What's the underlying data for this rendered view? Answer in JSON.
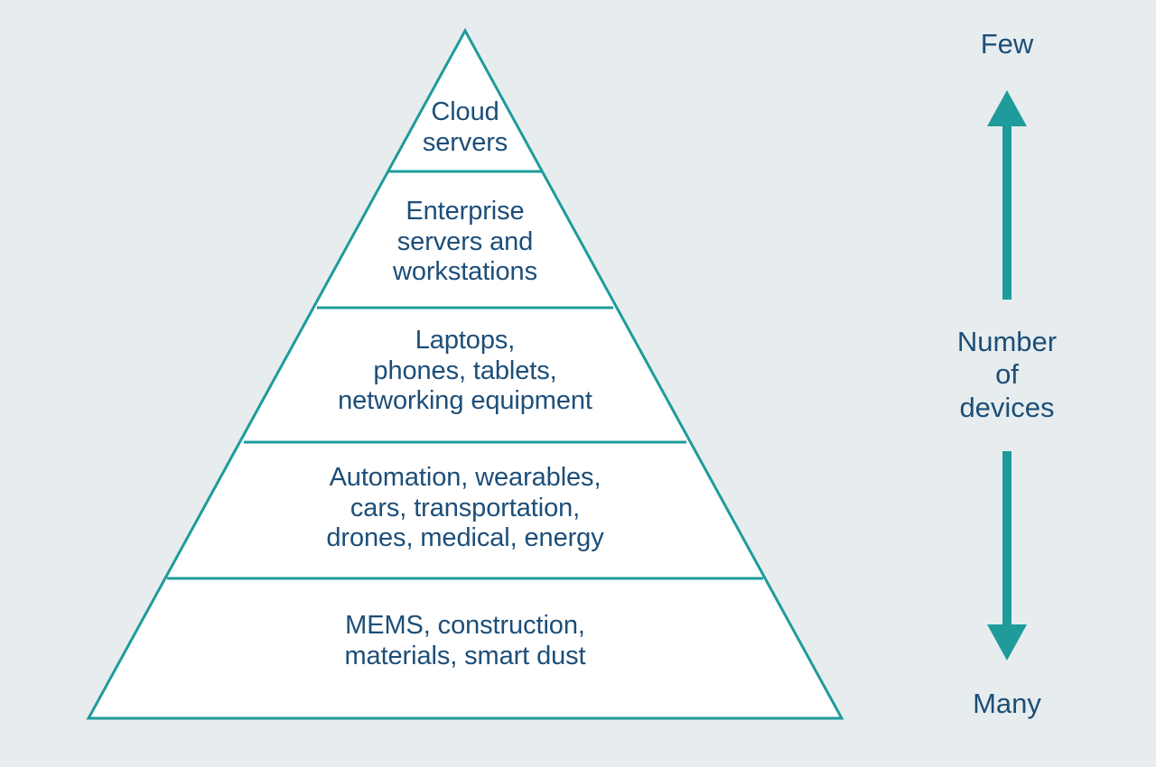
{
  "diagram": {
    "type": "pyramid",
    "title": "",
    "background_color": "#e7edee",
    "line_color": "#1f9b9b",
    "text_color": "#1c4e79",
    "tiers": [
      {
        "index": 0,
        "label": "Cloud\nservers"
      },
      {
        "index": 1,
        "label": "Enterprise\nservers and\nworkstations"
      },
      {
        "index": 2,
        "label": "Laptops,\nphones, tablets,\nnetworking equipment"
      },
      {
        "index": 3,
        "label": "Automation, wearables,\ncars, transportation,\ndrones, medical, energy"
      },
      {
        "index": 4,
        "label": "MEMS, construction,\nmaterials, smart dust"
      }
    ]
  },
  "axis": {
    "top_label": "Few",
    "middle_label": "Number\nof\ndevices",
    "bottom_label": "Many",
    "up_arrow": "arrow-up-icon",
    "down_arrow": "arrow-down-icon"
  }
}
